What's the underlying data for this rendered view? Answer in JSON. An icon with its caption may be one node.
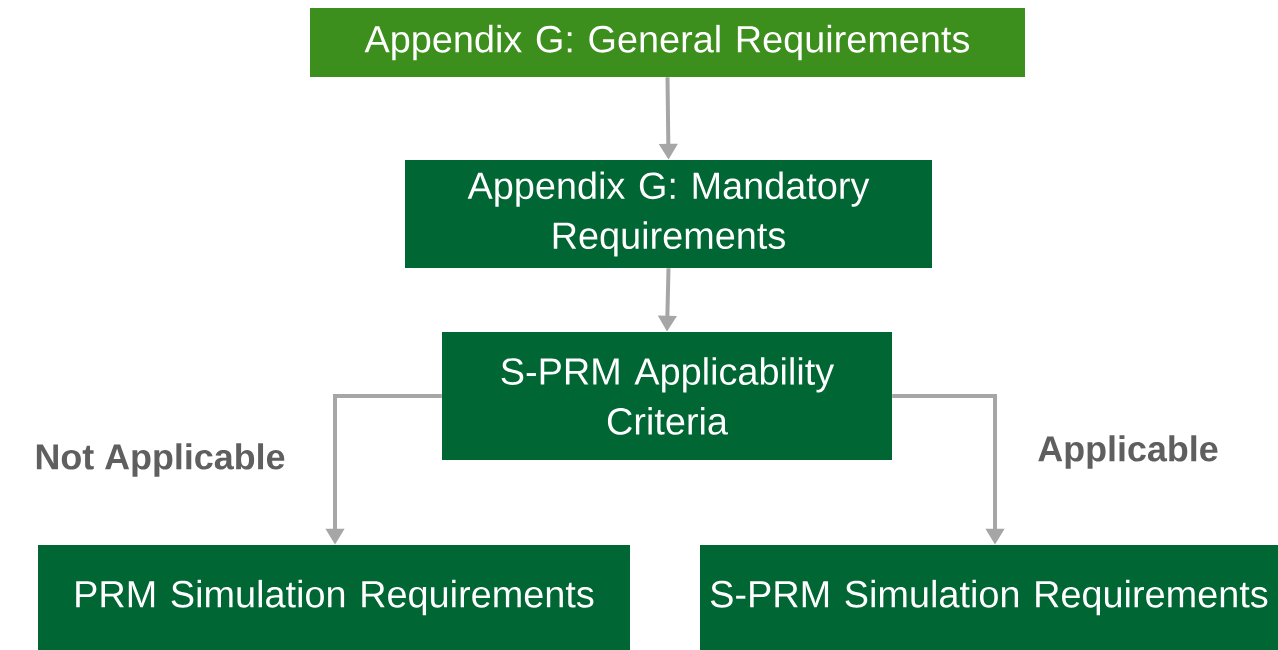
{
  "diagram": {
    "nodes": [
      {
        "text": [
          "Appendix G: General Requirements"
        ]
      },
      {
        "text": [
          "Appendix G: Mandatory Requirements"
        ]
      },
      {
        "text": [
          "S-PRM Applicability Criteria"
        ]
      },
      {
        "text": [
          "PRM Simulation Requirements"
        ]
      },
      {
        "text": [
          "S-PRM Simulation Requirements"
        ]
      }
    ],
    "edges": [
      {
        "from": 0,
        "to": 1,
        "arrow": "to"
      },
      {
        "from": 1,
        "to": 2,
        "arrow": "to"
      },
      {
        "from": 2,
        "to": 3,
        "arrow": "to",
        "label": "Not Applicable"
      },
      {
        "from": 2,
        "to": 4,
        "arrow": "to",
        "label": "Applicable"
      }
    ]
  }
}
